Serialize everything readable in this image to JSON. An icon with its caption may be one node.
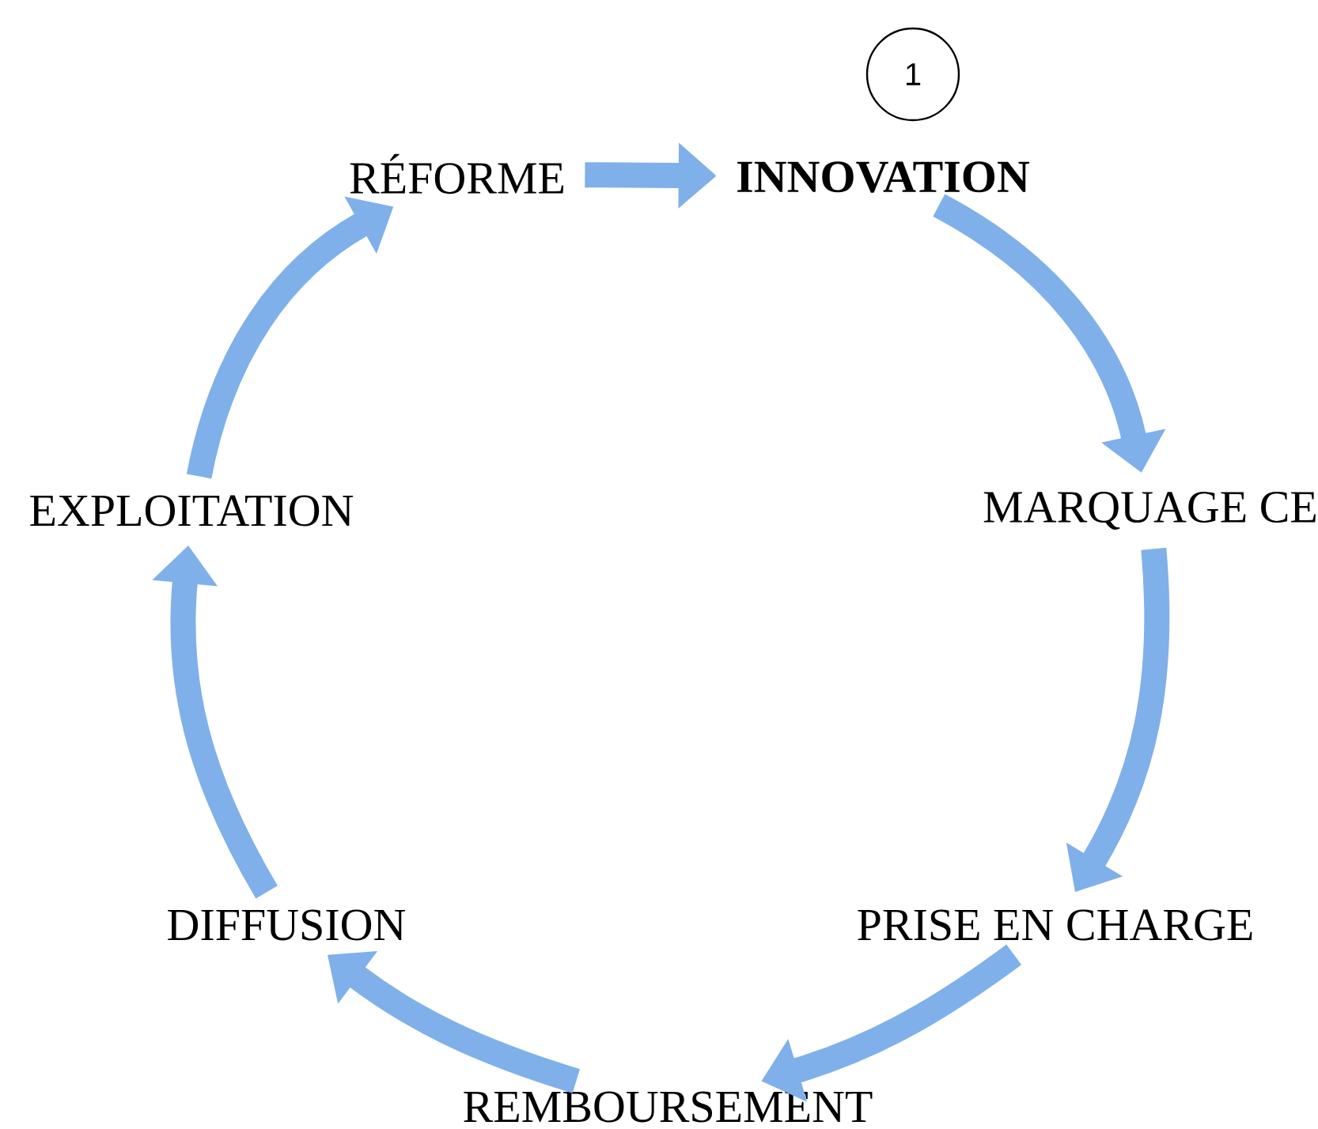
{
  "diagram": {
    "nodes": [
      {
        "text": [
          "**INNOVATION**"
        ]
      },
      {
        "text": [
          "MARQUAGE CE"
        ]
      },
      {
        "text": [
          "PRISE EN CHARGE"
        ]
      },
      {
        "text": [
          "REMBOURSEMENT"
        ]
      },
      {
        "text": [
          "DIFFUSION"
        ]
      },
      {
        "text": [
          "EXPLOITATION"
        ]
      },
      {
        "text": [
          "RÉFORME"
        ]
      },
      {
        "text": [
          "1"
        ]
      }
    ],
    "edges": [
      {
        "from": 0,
        "to": 1,
        "arrow": "to"
      },
      {
        "from": 1,
        "to": 2,
        "arrow": "to"
      },
      {
        "from": 2,
        "to": 3,
        "arrow": "to"
      },
      {
        "from": 3,
        "to": 4,
        "arrow": "to"
      },
      {
        "from": 4,
        "to": 5,
        "arrow": "to"
      },
      {
        "from": 5,
        "to": 6,
        "arrow": "to"
      },
      {
        "from": 6,
        "to": 0,
        "arrow": "to"
      }
    ]
  }
}
